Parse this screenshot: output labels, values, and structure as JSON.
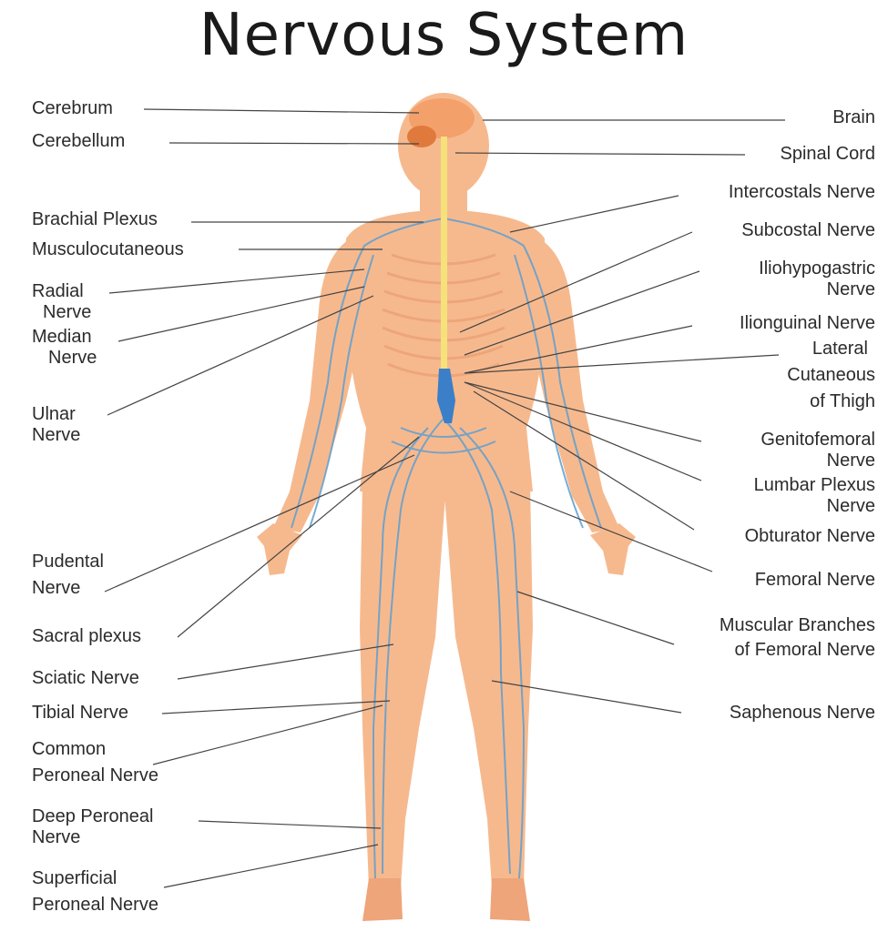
{
  "title": "Nervous System",
  "colors": {
    "skin": "#f6b98e",
    "skin_dark": "#eea57a",
    "nerve": "#5f9fd0",
    "spinal_cord": "#f6e27a",
    "brain": "#e07a3c",
    "leader": "#444444"
  },
  "labels_left": [
    {
      "id": "cerebrum",
      "lines": [
        "Cerebrum"
      ]
    },
    {
      "id": "cerebellum",
      "lines": [
        "Cerebellum"
      ]
    },
    {
      "id": "brachial-plexus",
      "lines": [
        "Brachial Plexus"
      ]
    },
    {
      "id": "musculocutaneous",
      "lines": [
        "Musculocutaneous"
      ]
    },
    {
      "id": "radial-nerve",
      "lines": [
        "Radial",
        "Nerve"
      ]
    },
    {
      "id": "median-nerve",
      "lines": [
        "Median",
        "Nerve"
      ]
    },
    {
      "id": "ulnar-nerve",
      "lines": [
        "Ulnar",
        "Nerve"
      ]
    },
    {
      "id": "pudental-nerve",
      "lines": [
        "Pudental",
        "Nerve"
      ]
    },
    {
      "id": "sacral-plexus",
      "lines": [
        "Sacral plexus"
      ]
    },
    {
      "id": "sciatic-nerve",
      "lines": [
        "Sciatic Nerve"
      ]
    },
    {
      "id": "tibial-nerve",
      "lines": [
        "Tibial Nerve"
      ]
    },
    {
      "id": "common-peroneal-nerve",
      "lines": [
        "Common",
        "Peroneal  Nerve"
      ]
    },
    {
      "id": "deep-peroneal-nerve",
      "lines": [
        "Deep  Peroneal",
        "Nerve"
      ]
    },
    {
      "id": "superficial-peroneal-nerve",
      "lines": [
        "Superficial",
        "Peroneal  Nerve"
      ]
    }
  ],
  "labels_right": [
    {
      "id": "brain",
      "lines": [
        "Brain"
      ]
    },
    {
      "id": "spinal-cord",
      "lines": [
        "Spinal Cord"
      ]
    },
    {
      "id": "intercostals-nerve",
      "lines": [
        "Intercostals Nerve"
      ]
    },
    {
      "id": "subcostal-nerve",
      "lines": [
        "Subcostal Nerve"
      ]
    },
    {
      "id": "iliohypogastric-nerve",
      "lines": [
        "Iliohypogastric",
        "Nerve"
      ]
    },
    {
      "id": "ilioinguinal-nerve",
      "lines": [
        "Ilionguinal Nerve"
      ]
    },
    {
      "id": "lateral-cutaneous-of-thigh",
      "lines": [
        "Lateral",
        "Cutaneous",
        "of Thigh"
      ]
    },
    {
      "id": "genitofemoral-nerve",
      "lines": [
        "Genitofemoral",
        "Nerve"
      ]
    },
    {
      "id": "lumbar-plexus-nerve",
      "lines": [
        "Lumbar Plexus",
        "Nerve"
      ]
    },
    {
      "id": "obturator-nerve",
      "lines": [
        "Obturator  Nerve"
      ]
    },
    {
      "id": "femoral-nerve",
      "lines": [
        "Femoral Nerve"
      ]
    },
    {
      "id": "muscular-branches-of-femoral-nerve",
      "lines": [
        "Muscular  Branches",
        "of Femoral  Nerve"
      ]
    },
    {
      "id": "saphenous-nerve",
      "lines": [
        "Saphenous Nerve"
      ]
    }
  ]
}
